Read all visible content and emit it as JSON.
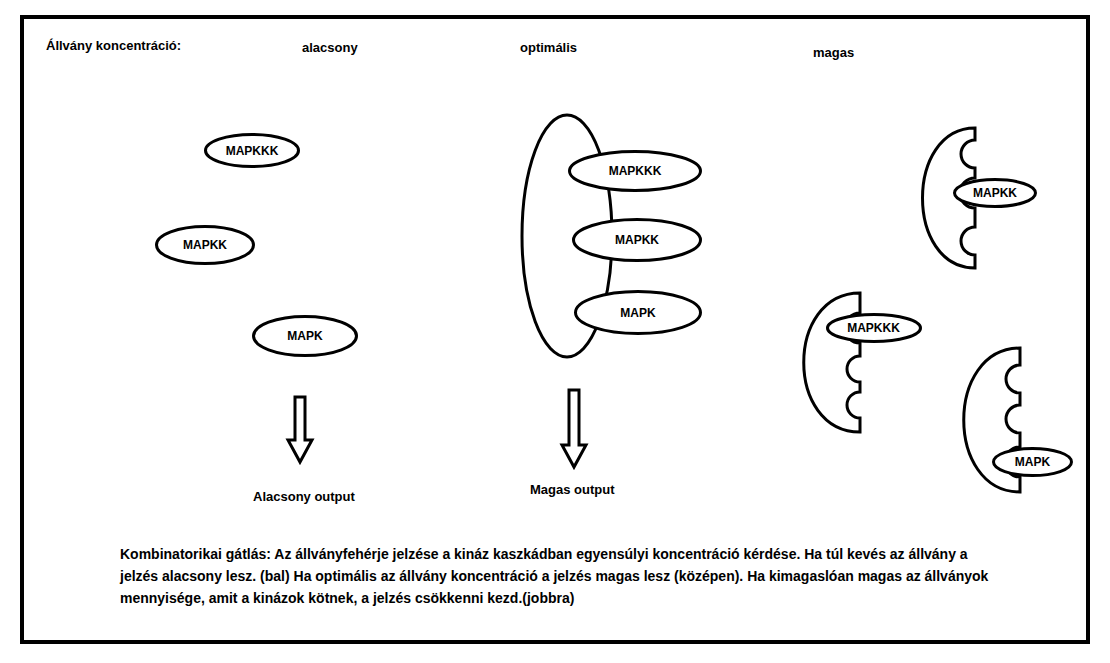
{
  "diagram": {
    "caption": "Kombinatorikai gátlás: Az állványfehérje jelzése a kináz kaszkádban egyensúlyi koncentráció kérdése. Ha túl kevés az állvány a jelzés alacsony lesz. (bal) Ha optimális az állvány koncentráció a jelzés magas lesz (középen). Ha kimagaslóan magas az állványok mennyisége, amit a kinázok kötnek, a jelzés csökkenni kezd.(jobbra)",
    "nodes": [
      {
        "text": [
          "MAPKKK"
        ]
      },
      {
        "text": [
          "MAPKK"
        ]
      },
      {
        "text": [
          "MAPK"
        ]
      },
      {
        "text": [
          "MAPKKK"
        ]
      },
      {
        "text": [
          "MAPKK"
        ]
      },
      {
        "text": [
          "MAPK"
        ]
      },
      {
        "text": [
          "MAPKK"
        ]
      },
      {
        "text": [
          "MAPKKK"
        ]
      },
      {
        "text": [
          "MAPK"
        ]
      }
    ],
    "labels": [
      "Állvány koncentráció:",
      "alacsony",
      "optimális",
      "magas",
      "Alacsony output",
      "Magas output"
    ]
  }
}
